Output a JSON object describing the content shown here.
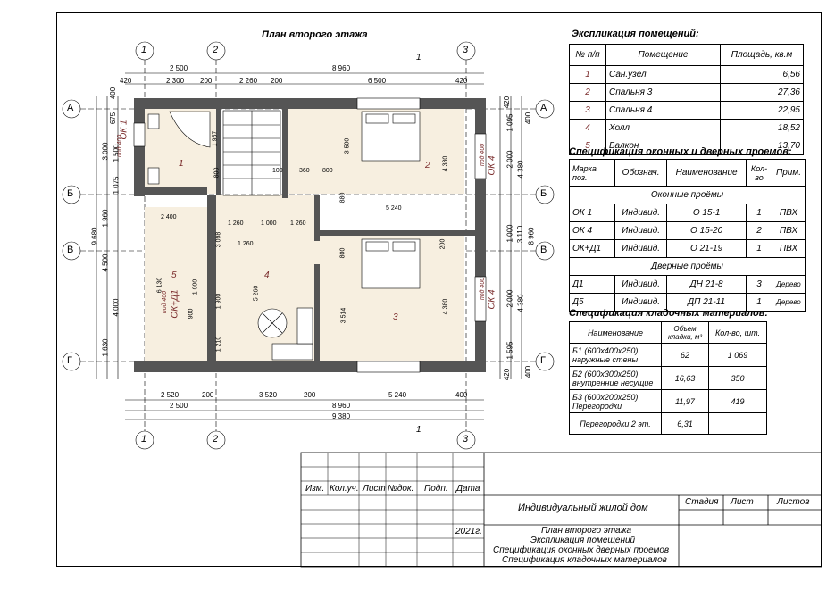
{
  "plan": {
    "title": "План второго этажа",
    "axes_vertical": [
      "1",
      "2",
      "3"
    ],
    "axes_horizontal": [
      "А",
      "Б",
      "В",
      "Г"
    ],
    "north_mark": "1",
    "dims_top": {
      "row1": [
        "2 500",
        "8 960"
      ],
      "row2": [
        "420",
        "2 300",
        "200",
        "2 260",
        "200",
        "6 500",
        "420"
      ]
    },
    "dims_bottom": {
      "row1": [
        "2 520",
        "200",
        "3 520",
        "200",
        "5 240",
        "400"
      ],
      "row2": [
        "2 500",
        "8 960"
      ],
      "total": "9 380"
    },
    "dims_left": {
      "total": "9 680",
      "row2": [
        "3 000",
        "1 960",
        "4 500",
        "1 630"
      ],
      "row1": [
        "400",
        "675",
        "1 500",
        "1 075",
        "4 000"
      ]
    },
    "dims_right": {
      "total": "8 960",
      "row2": [
        "4 380",
        "3 110",
        "4 380"
      ],
      "row1": [
        "420",
        "1 095",
        "2 000",
        "1 000",
        "2 000",
        "1 595",
        "420"
      ],
      "extra": [
        "400",
        "400"
      ]
    },
    "interior_dims": [
      "1 957",
      "800",
      "360",
      "100",
      "800",
      "3 500",
      "4 380",
      "880",
      "5 240",
      "2 400",
      "1 260",
      "1 000",
      "1 260",
      "3 098",
      "800",
      "200",
      "5 260",
      "3 514",
      "4 380",
      "6 130",
      "900",
      "1 000",
      "1 900",
      "1 210",
      "1 260"
    ],
    "rooms": [
      "1",
      "2",
      "3",
      "4",
      "5"
    ],
    "windows": [
      {
        "mark": "ОК 1",
        "sill": "под 400"
      },
      {
        "mark": "ОК 4",
        "sill": "под 400"
      },
      {
        "mark": "ОК 4",
        "sill": "под 400"
      },
      {
        "mark": "ОК+Д1",
        "sill": "под 400"
      }
    ]
  },
  "explication": {
    "title": "Экспликация помещений:",
    "headers": [
      "№ п/п",
      "Помещение",
      "Площадь, кв.м"
    ],
    "rows": [
      [
        "1",
        "Сан.узел",
        "6,56"
      ],
      [
        "2",
        "Спальня 3",
        "27,36"
      ],
      [
        "3",
        "Спальня 4",
        "22,95"
      ],
      [
        "4",
        "Холл",
        "18,52"
      ],
      [
        "5",
        "Балкон",
        "13,70"
      ]
    ]
  },
  "openings": {
    "title": "Спецификация оконных и дверных проемов:",
    "headers": [
      "Марка поз.",
      "Обознач.",
      "Наименование",
      "Кол-во",
      "Прим."
    ],
    "windows_section": "Оконные проёмы",
    "window_rows": [
      [
        "ОК 1",
        "Индивид.",
        "О 15-1",
        "1",
        "ПВХ"
      ],
      [
        "ОК 4",
        "Индивид.",
        "О 15-20",
        "2",
        "ПВХ"
      ],
      [
        "ОК+Д1",
        "Индивид.",
        "О 21-19",
        "1",
        "ПВХ"
      ]
    ],
    "doors_section": "Дверные проёмы",
    "door_rows": [
      [
        "Д1",
        "Индивид.",
        "ДН 21-8",
        "3",
        "Дерево"
      ],
      [
        "Д5",
        "Индивид.",
        "ДП 21-11",
        "1",
        "Дерево"
      ]
    ]
  },
  "masonry": {
    "title": "Спецификация кладочных материалов:",
    "headers": [
      "Наименование",
      "Объем кладки, м³",
      "Кол-во, шт."
    ],
    "rows": [
      [
        "Б1 (600х400х250) наружные стены",
        "62",
        "1 069"
      ],
      [
        "Б2 (600х300х250) внутренние несущие",
        "16,63",
        "350"
      ],
      [
        "Б3 (600х200х250) Перегородки",
        "11,97",
        "419"
      ],
      [
        "Перегородки 2 эт.",
        "6,31",
        ""
      ]
    ]
  },
  "stamp": {
    "cols": [
      "Изм.",
      "Кол.уч.",
      "Лист",
      "№док.",
      "Подп.",
      "Дата"
    ],
    "project": "Индивидуальный жилой дом",
    "stage": "Стадия",
    "sheet": "Лист",
    "sheets": "Листов",
    "year": "2021г.",
    "contents": [
      "План второго этажа",
      "Экспликация помещений",
      "Спецификация оконных  дверных проемов",
      "Спецификация кладочных материалов"
    ]
  }
}
